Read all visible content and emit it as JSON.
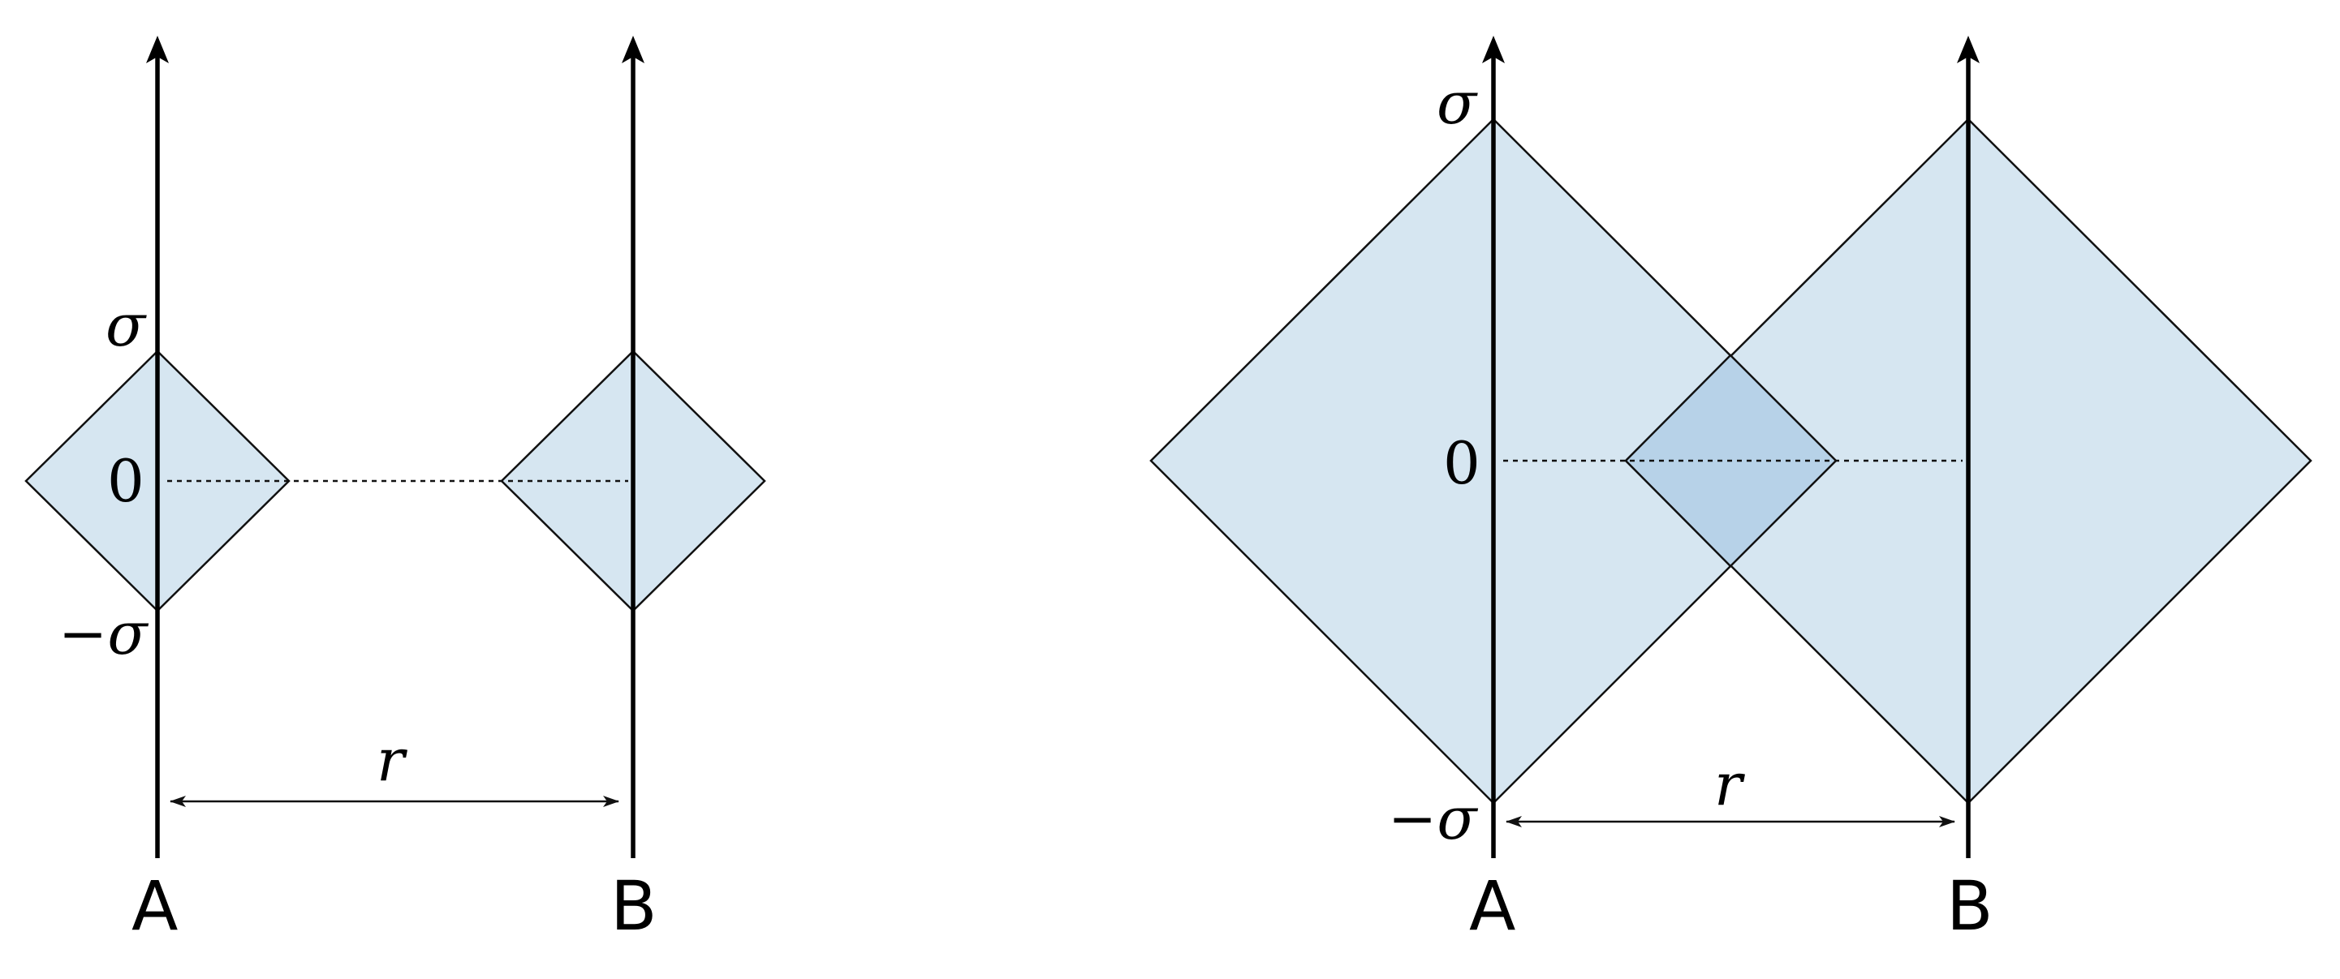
{
  "left_panel": {
    "sigma_label": "σ",
    "zero_label": "0",
    "neg_sigma_label": "−σ",
    "distance_label": "r",
    "point_a_label": "A",
    "point_b_label": "B"
  },
  "right_panel": {
    "sigma_label": "σ",
    "zero_label": "0",
    "neg_sigma_label": "−σ",
    "distance_label": "r",
    "point_a_label": "A",
    "point_b_label": "B"
  },
  "colors": {
    "region_fill": "#d6e6f1",
    "overlap_fill": "#b7d2e8",
    "line": "#000000"
  }
}
